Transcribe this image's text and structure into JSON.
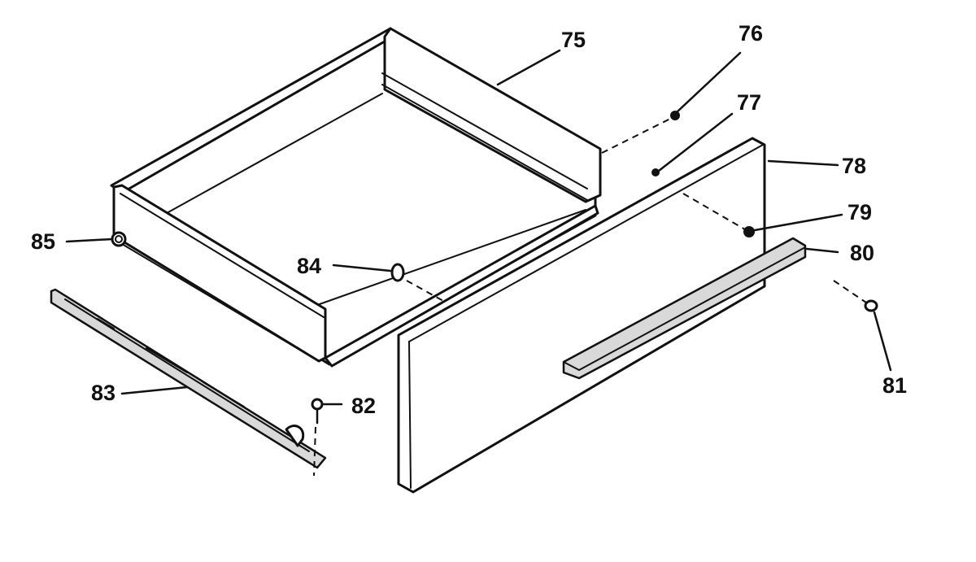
{
  "callouts": {
    "c75": "75",
    "c76": "76",
    "c77": "77",
    "c78": "78",
    "c79": "79",
    "c80": "80",
    "c81": "81",
    "c82": "82",
    "c83": "83",
    "c84": "84",
    "c85": "85"
  },
  "icons": {
    "drawer_body": "drawer-body-icon",
    "drawer_front": "drawer-front-panel-icon",
    "handle": "drawer-handle-icon",
    "glide": "drawer-glide-rail-icon",
    "fasteners": "screw-icon"
  }
}
